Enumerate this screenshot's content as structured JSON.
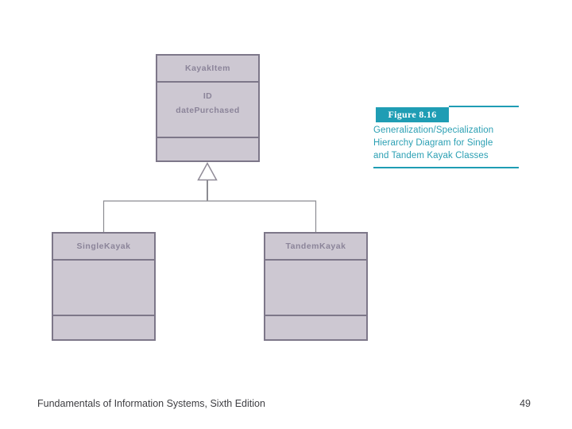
{
  "diagram": {
    "type": "uml-class-hierarchy",
    "relationship": "generalization",
    "classes": [
      {
        "name": "KayakItem",
        "attributes": [
          "ID",
          "datePurchased"
        ],
        "methods": []
      },
      {
        "name": "SingleKayak",
        "attributes": [],
        "methods": []
      },
      {
        "name": "TandemKayak",
        "attributes": [],
        "methods": []
      }
    ],
    "colors": {
      "box_fill": "#cdc8d2",
      "box_border": "#7d7789",
      "box_text": "#8b8499",
      "connector": "#8c8c92"
    }
  },
  "caption": {
    "label": "Figure 8.16",
    "lines": [
      "Generalization/Specialization",
      "Hierarchy Diagram for Single",
      "and Tandem Kayak Classes"
    ],
    "accent_color": "#1f9db4"
  },
  "footer": {
    "title": "Fundamentals of Information Systems, Sixth Edition",
    "page_number": "49"
  }
}
